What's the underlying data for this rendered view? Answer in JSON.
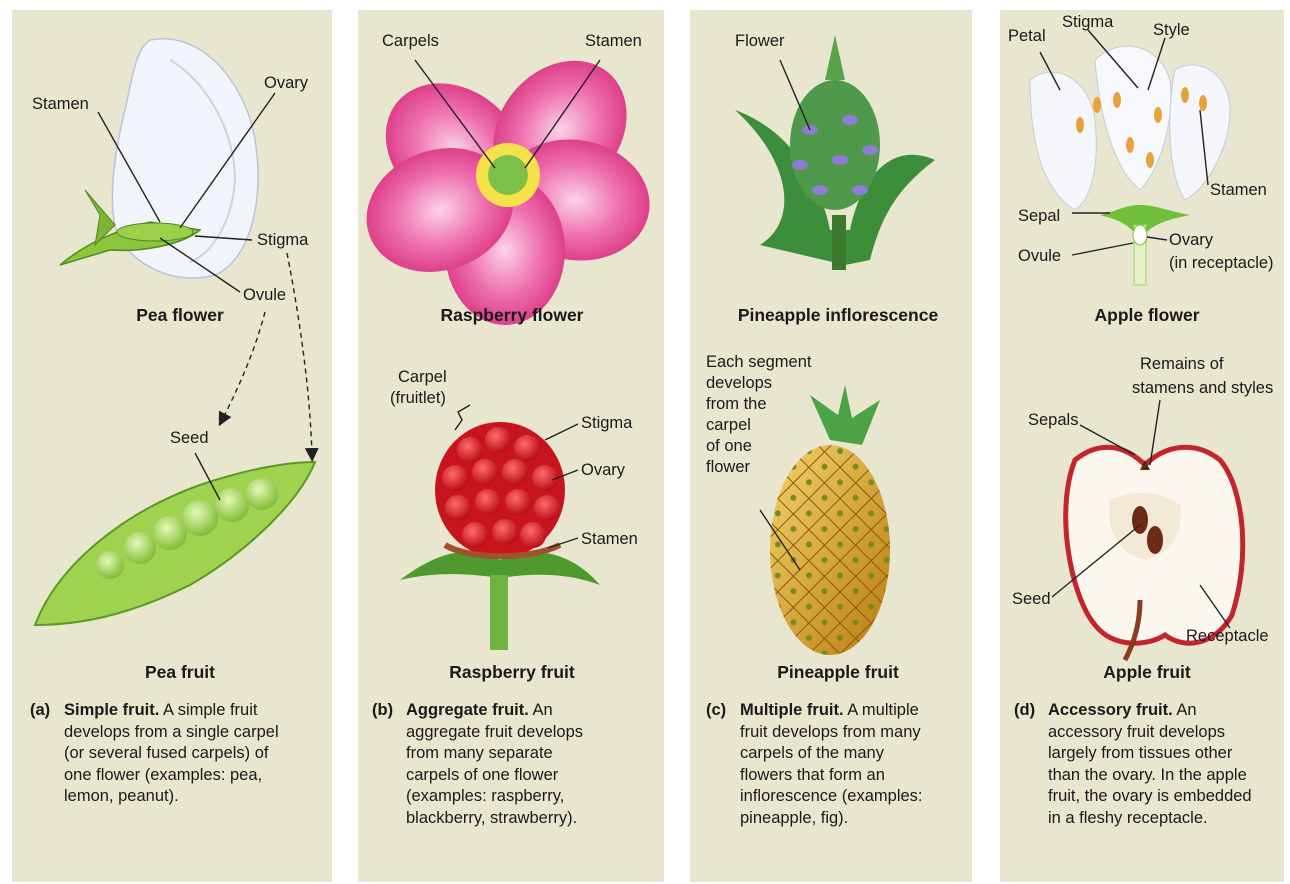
{
  "panels": [
    {
      "letter": "(a)",
      "flower_title": "Pea flower",
      "fruit_title": "Pea fruit",
      "caption_heading": "Simple fruit.",
      "caption_lines": [
        " A simple fruit",
        "develops from a single carpel",
        "(or several fused carpels) of",
        "one flower (examples: pea,",
        "lemon, peanut)."
      ],
      "labels": {
        "stamen": "Stamen",
        "ovary": "Ovary",
        "stigma": "Stigma",
        "ovule": "Ovule",
        "seed": "Seed"
      }
    },
    {
      "letter": "(b)",
      "flower_title": "Raspberry flower",
      "fruit_title": "Raspberry fruit",
      "caption_heading": "Aggregate fruit.",
      "caption_lines": [
        " An",
        "aggregate fruit develops",
        "from many separate",
        "carpels of one flower",
        "(examples: raspberry,",
        "blackberry, strawberry)."
      ],
      "labels": {
        "carpels": "Carpels",
        "stamen_top": "Stamen",
        "carpel_1": "Carpel",
        "carpel_2": "(fruitlet)",
        "stigma": "Stigma",
        "ovary": "Ovary",
        "stamen_bottom": "Stamen"
      }
    },
    {
      "letter": "(c)",
      "flower_title": "Pineapple inflorescence",
      "fruit_title": "Pineapple fruit",
      "caption_heading": "Multiple fruit.",
      "caption_lines": [
        " A multiple",
        "fruit develops from many",
        "carpels of the many",
        "flowers that form an",
        "inflorescence (examples:",
        "pineapple, fig)."
      ],
      "labels": {
        "flower": "Flower",
        "segment_lines": [
          "Each segment",
          "develops",
          "from the",
          "carpel",
          "of one",
          "flower"
        ]
      }
    },
    {
      "letter": "(d)",
      "flower_title": "Apple flower",
      "fruit_title": "Apple fruit",
      "caption_heading": "Accessory fruit.",
      "caption_lines": [
        " An",
        "accessory fruit develops",
        "largely from tissues other",
        "than the ovary. In the apple",
        "fruit, the ovary is embedded",
        "in a fleshy receptacle."
      ],
      "labels": {
        "petal": "Petal",
        "stigma": "Stigma",
        "style": "Style",
        "stamen": "Stamen",
        "sepal": "Sepal",
        "ovule": "Ovule",
        "ovary_1": "Ovary",
        "ovary_2": "(in receptacle)",
        "remains_1": "Remains of",
        "remains_2": "stamens and styles",
        "sepals": "Sepals",
        "seed": "Seed",
        "receptacle": "Receptacle"
      }
    }
  ],
  "colors": {
    "panel_bg": "#e9e6cf",
    "pea_green": "#8cc63f",
    "raspberry_red": "#d81e28",
    "petal_pink": "#e8559a",
    "pineapple_gold": "#d9a520",
    "apple_red": "#c4242b"
  }
}
